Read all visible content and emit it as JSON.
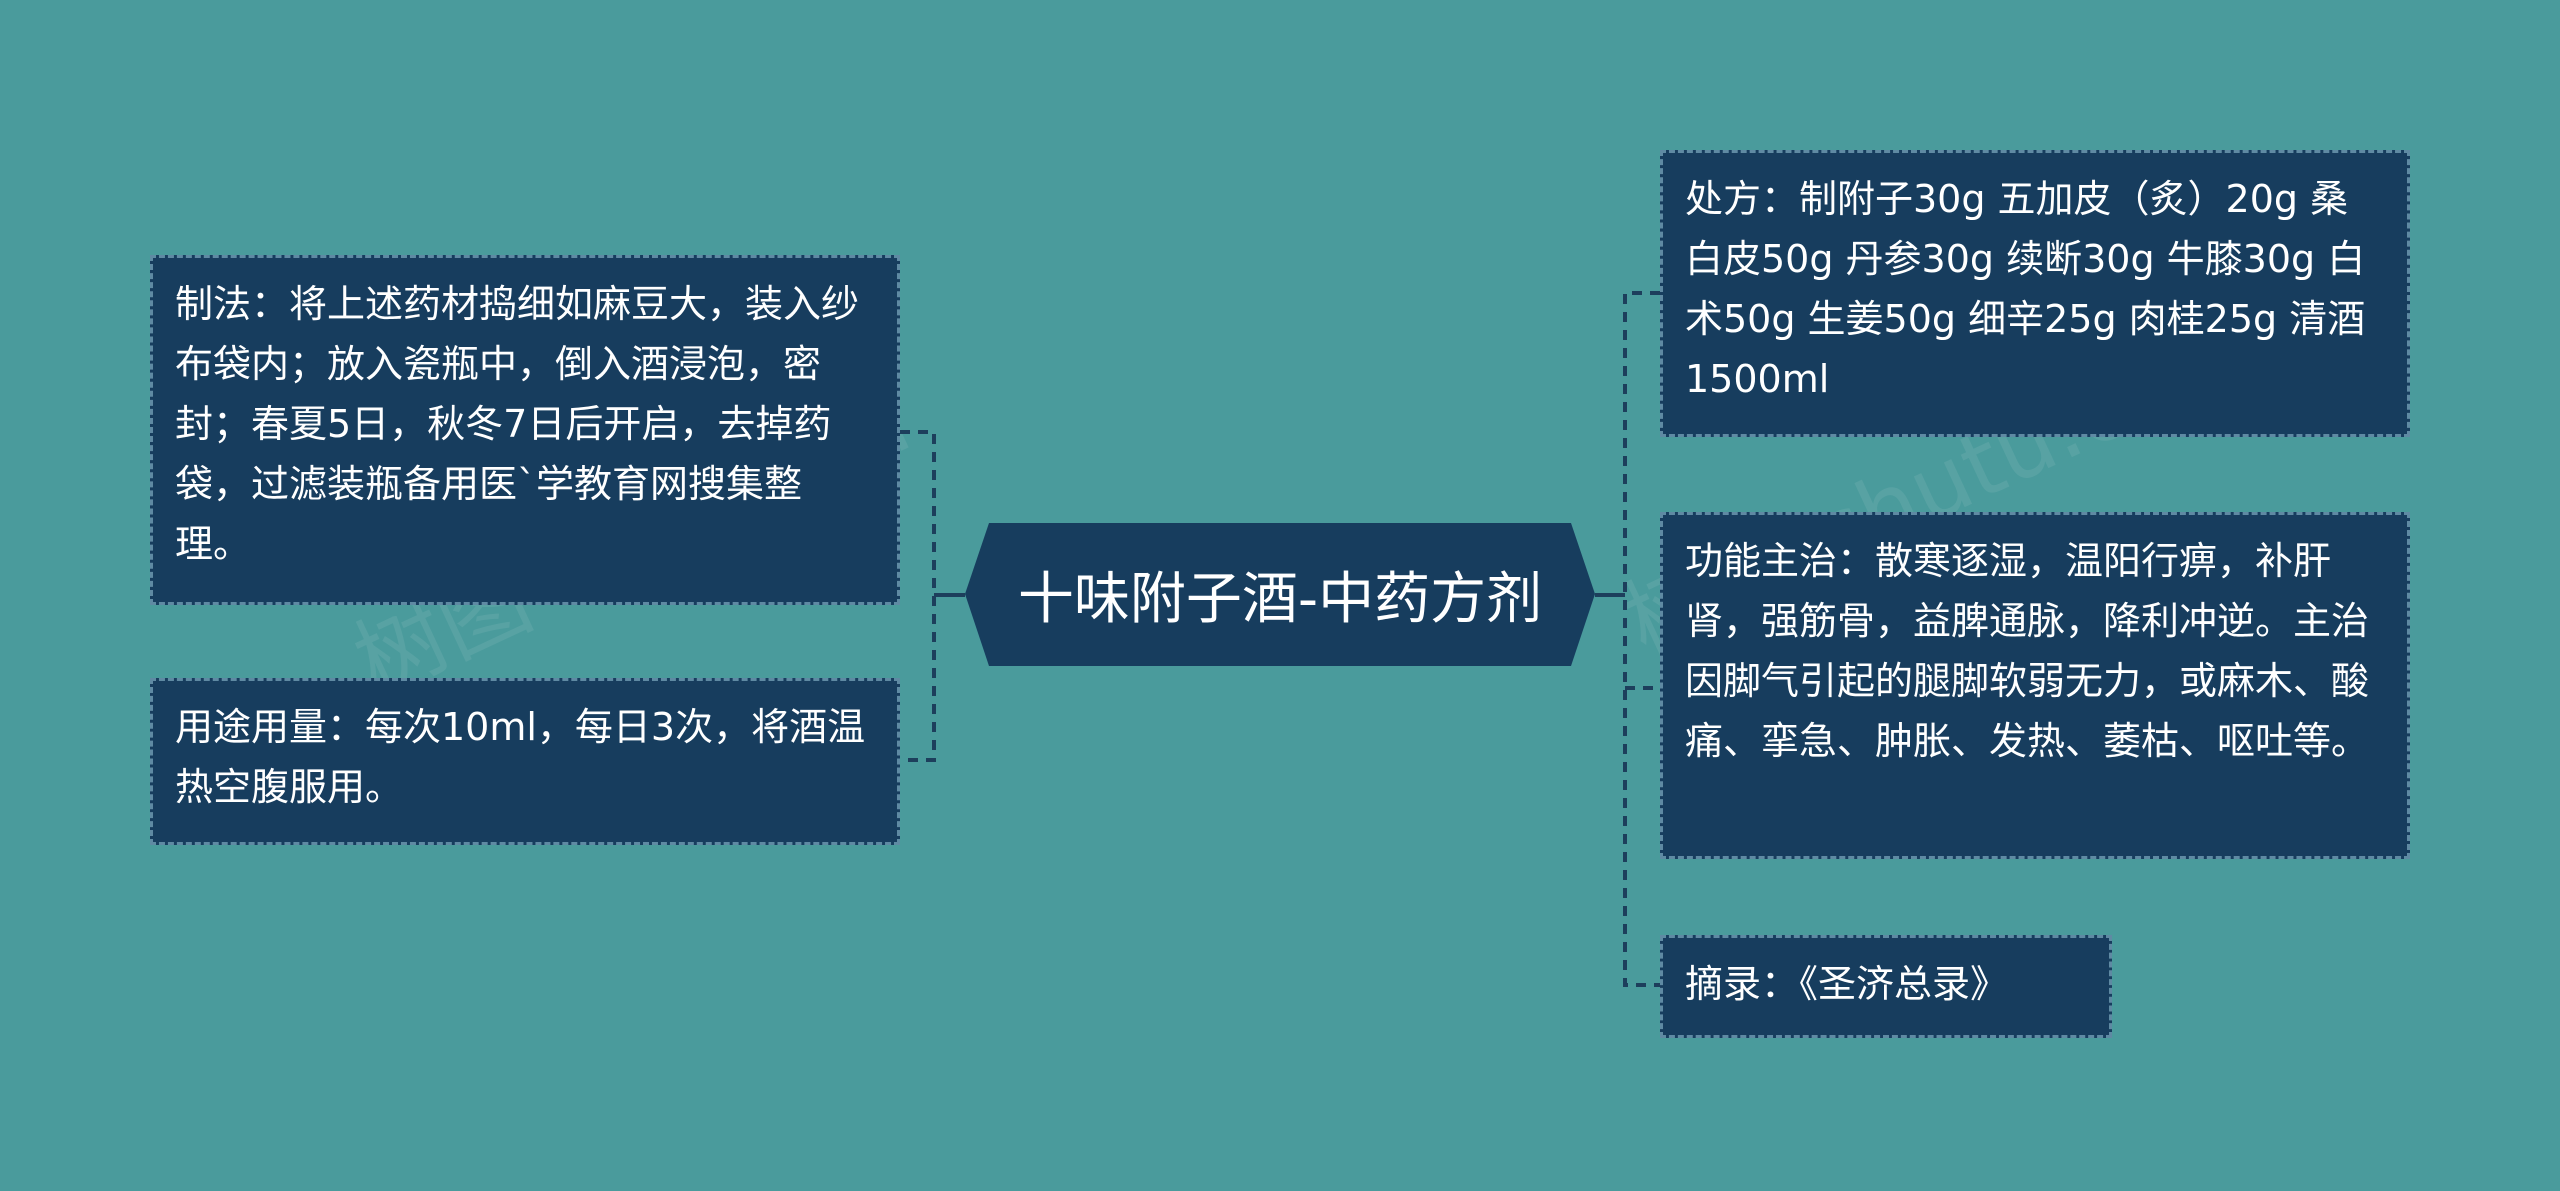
{
  "center": {
    "title": "十味附子酒-中药方剂"
  },
  "left": [
    {
      "text": "制法：将上述药材捣细如麻豆大，装入纱布袋内；放入瓷瓶中，倒入酒浸泡，密封；春夏5日，秋冬7日后开启，去掉药袋，过滤装瓶备用医`学教育网搜集整理。"
    },
    {
      "text": "用途用量：每次10ml，每日3次，将酒温热空腹服用。"
    }
  ],
  "right": [
    {
      "text": "处方：制附子30g 五加皮（炙）20g 桑白皮50g 丹参30g 续断30g 牛膝30g 白术50g 生姜50g 细辛25g 肉桂25g 清酒1500ml"
    },
    {
      "text": "功能主治：散寒逐湿，温阳行痹，补肝肾，强筋骨，益脾通脉，降利冲逆。主治因脚气引起的腿脚软弱无力，或麻木、酸痛、挛急、肿胀、发热、萎枯、呕吐等。"
    },
    {
      "text": "摘录：《圣济总录》"
    }
  ],
  "colors": {
    "background": "#4a9b9c",
    "node": "#173d5e",
    "border": "#5f8aa3",
    "line": "#1d3f5c"
  }
}
